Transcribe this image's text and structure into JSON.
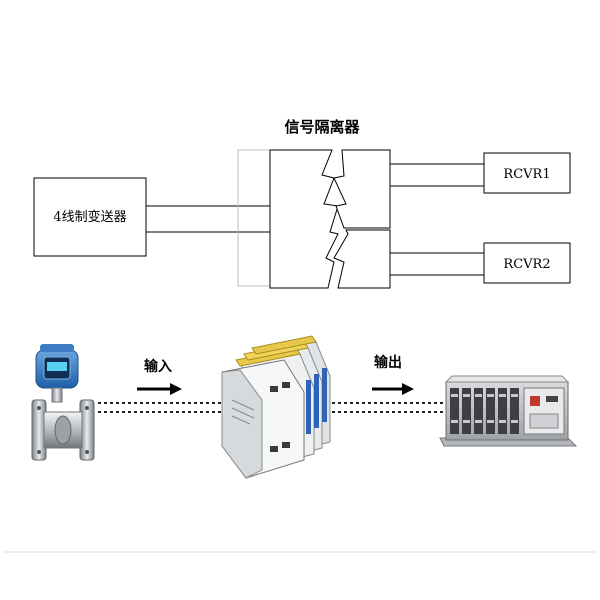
{
  "top_diagram": {
    "isolator_title": "信号隔离器",
    "transmitter_label": "4线制变送器",
    "receivers": [
      {
        "label": "RCVR1"
      },
      {
        "label": "RCVR2"
      }
    ]
  },
  "bottom_diagram": {
    "input_label": "输入",
    "output_label": "输出",
    "devices": {
      "sensor_icon": "turbine-flowmeter-icon",
      "isolator_icon": "din-rail-signal-isolator-icon",
      "plc_icon": "plc-rack-icon"
    }
  }
}
